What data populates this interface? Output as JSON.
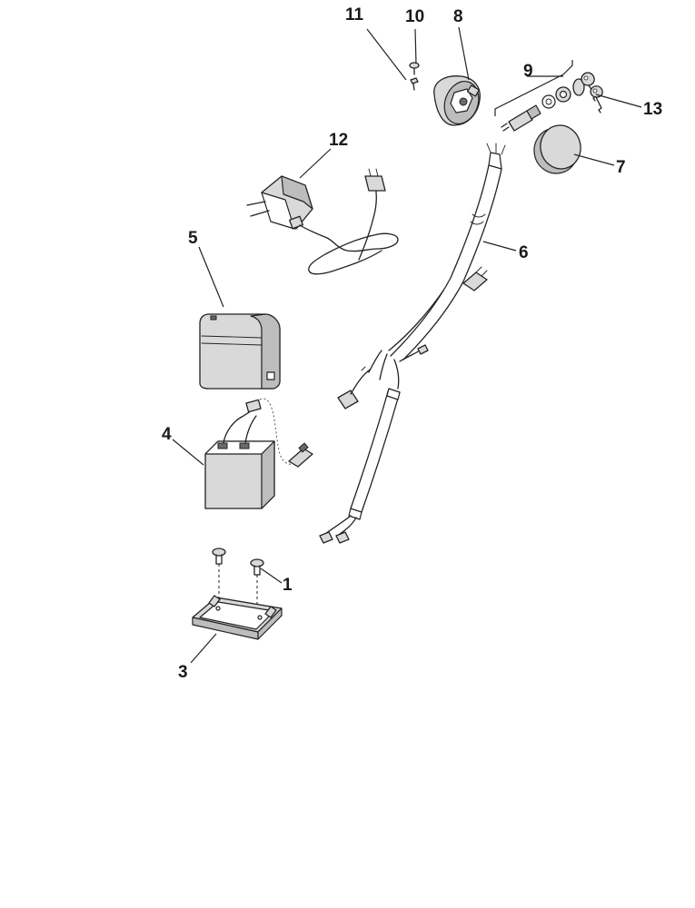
{
  "callouts": {
    "p1": "1",
    "p3": "3",
    "p4": "4",
    "p5": "5",
    "p6": "6",
    "p7": "7",
    "p8": "8",
    "p9": "9",
    "p10": "10",
    "p11": "11",
    "p12": "12",
    "p13": "13"
  }
}
